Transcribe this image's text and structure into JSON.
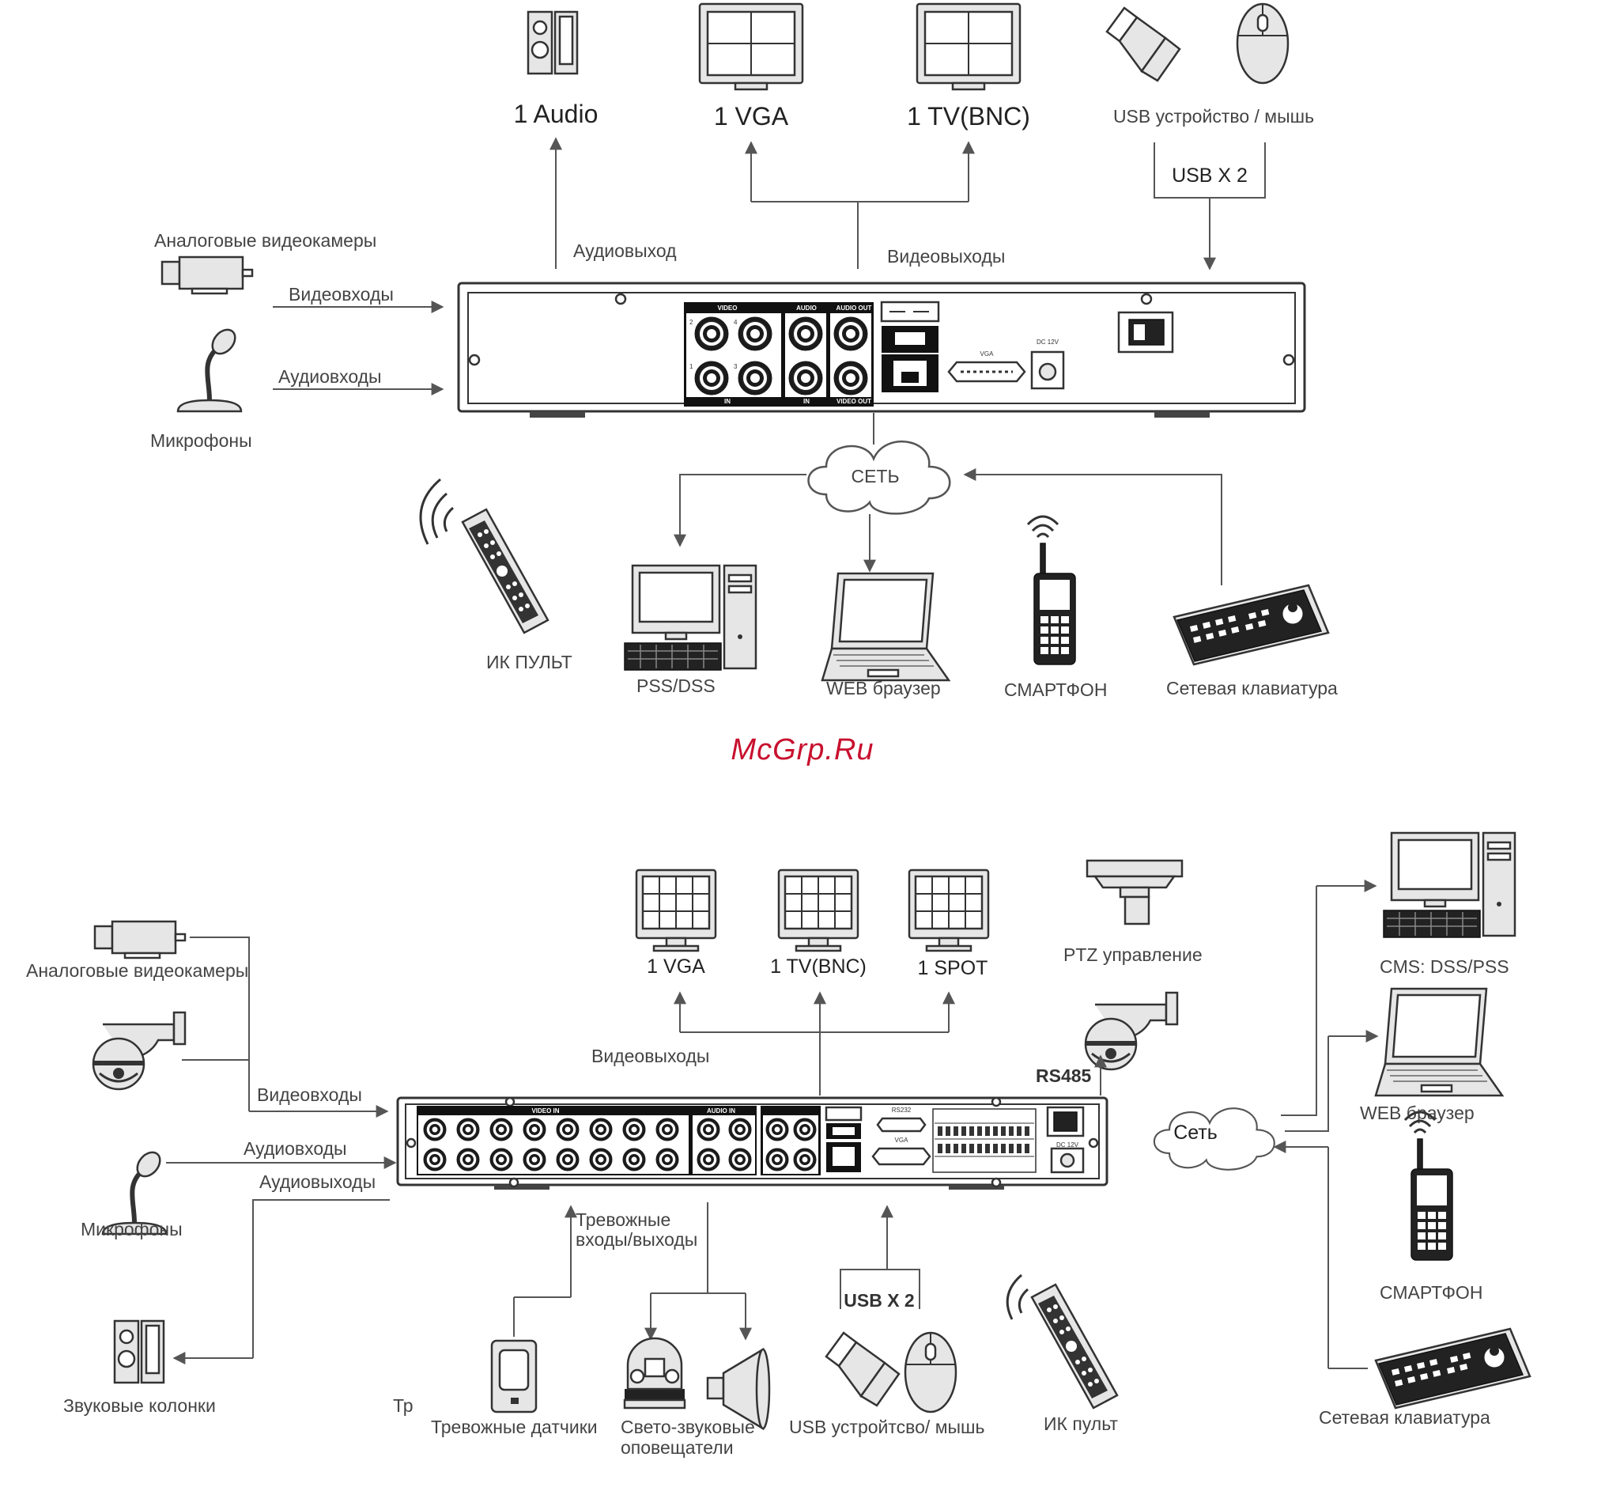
{
  "watermark": "McGrp.Ru",
  "top": {
    "audio_out": "1 Audio",
    "vga_out": "1 VGA",
    "tv_out": "1 TV(BNC)",
    "usb_device": "USB устройство / мышь",
    "usb_count": "USB X 2",
    "analog_cameras": "Аналоговые видеокамеры",
    "audio_output_label": "Аудиовыход",
    "video_outputs_label": "Видеовыходы",
    "video_inputs": "Видеовходы",
    "audio_inputs": "Аудиовходы",
    "microphones": "Микрофоны",
    "network": "СЕТЬ",
    "ir_remote": "ИК ПУЛЬТ",
    "pss_dss": "PSS/DSS",
    "web_browser": "WEB браузер",
    "smartphone": "СМАРТФОН",
    "net_keyboard": "Сетевая клавиатура",
    "panel": {
      "video": "VIDEO",
      "audio": "AUDIO",
      "audio_out": "AUDIO OUT",
      "video_out": "VIDEO OUT",
      "in": "IN",
      "vga": "VGA",
      "dc": "DC 12V",
      "n1": "1",
      "n2": "2",
      "n3": "3",
      "n4": "4"
    }
  },
  "bottom": {
    "analog_cameras": "Аналоговые видеокамеры",
    "video_inputs": "Видеовходы",
    "audio_inputs": "Аудиовходы",
    "audio_outputs": "Аудиовыходы",
    "microphones": "Микрофоны",
    "speakers": "Звуковые колонки",
    "vga_out": "1 VGA",
    "tv_out": "1 TV(BNC)",
    "spot_out": "1 SPOT",
    "video_outputs_label": "Видеовыходы",
    "ptz_control": "PTZ управление",
    "rs485": "RS485",
    "network": "Сеть",
    "cms": "CMS: DSS/PSS",
    "web_browser": "WEB браузер",
    "smartphone": "СМАРТФОН",
    "net_keyboard": "Сетевая клавиатура",
    "alarm_io_1": "Тревожные",
    "alarm_io_2": "входы/выходы",
    "alarm_sensors": "Тревожные датчики",
    "sirens_1": "Свето-звуковые",
    "sirens_2": "оповещатели",
    "usb_count": "USB X 2",
    "usb_device": "USB устройтсво/ мышь",
    "ir_remote": "ИК пульт",
    "stray": "Тр",
    "panel": {
      "video_in": "VIDEO  IN",
      "audio_in": "AUDIO  IN",
      "rs232": "RS232",
      "vga": "VGA",
      "dc": "DC 12V"
    }
  }
}
